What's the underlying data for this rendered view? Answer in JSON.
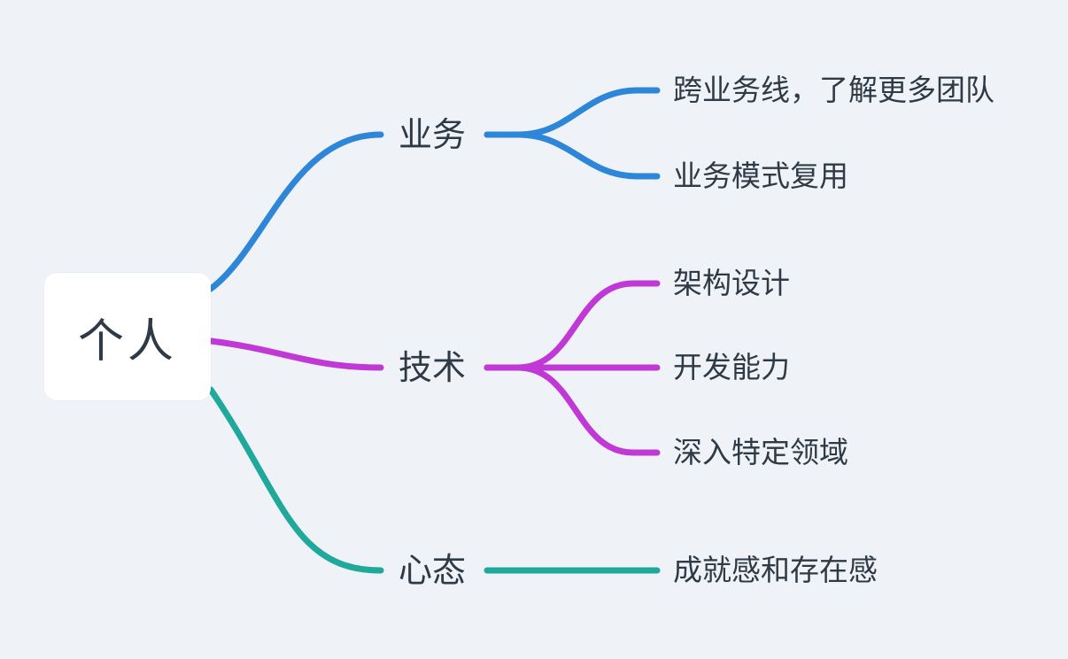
{
  "root": {
    "label": "个人"
  },
  "branches": [
    {
      "label": "业务",
      "color": "#2d86d8",
      "children": [
        "跨业务线，了解更多团队",
        "业务模式复用"
      ]
    },
    {
      "label": "技术",
      "color": "#c038d6",
      "children": [
        "架构设计",
        "开发能力",
        "深入特定领域"
      ]
    },
    {
      "label": "心态",
      "color": "#1ea99a",
      "children": [
        "成就感和存在感"
      ]
    }
  ]
}
